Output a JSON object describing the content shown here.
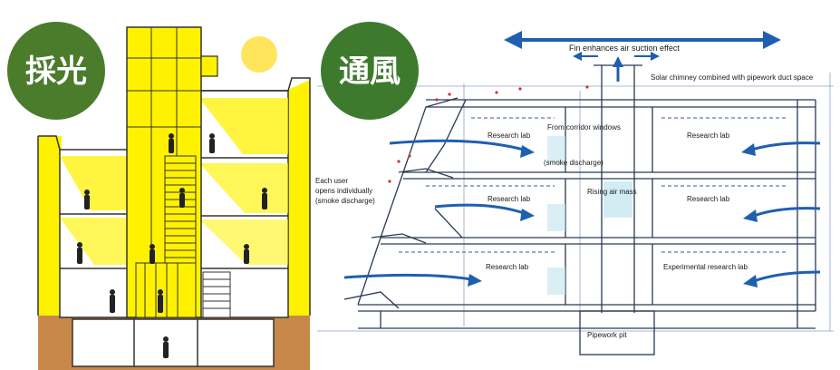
{
  "left_panel": {
    "badge": "採光",
    "colors": {
      "badge": "#4b7c2c",
      "light": "#fff200",
      "sun": "#ffe55c",
      "ground": "#c8884a"
    }
  },
  "right_panel": {
    "badge": "通風",
    "colors": {
      "badge": "#3e7a2e",
      "airflow": "#1f5fb0"
    },
    "labels": {
      "fin": "Fin enhances air suction effect",
      "chimney": "Solar chimney combined with pipework duct space",
      "corridor": "From corridor windows",
      "smoke": "(smoke discharge)",
      "rising": "Rising air mass",
      "user_line1": "Each user",
      "user_line2": "opens individually",
      "user_line3": "(smoke discharge)",
      "lab_1": "Research lab",
      "lab_2": "Research lab",
      "lab_3": "Research lab",
      "lab_4": "Research lab",
      "lab_5": "Research lab",
      "lab_6": "Experimental research lab",
      "pit": "Pipework pit"
    }
  }
}
